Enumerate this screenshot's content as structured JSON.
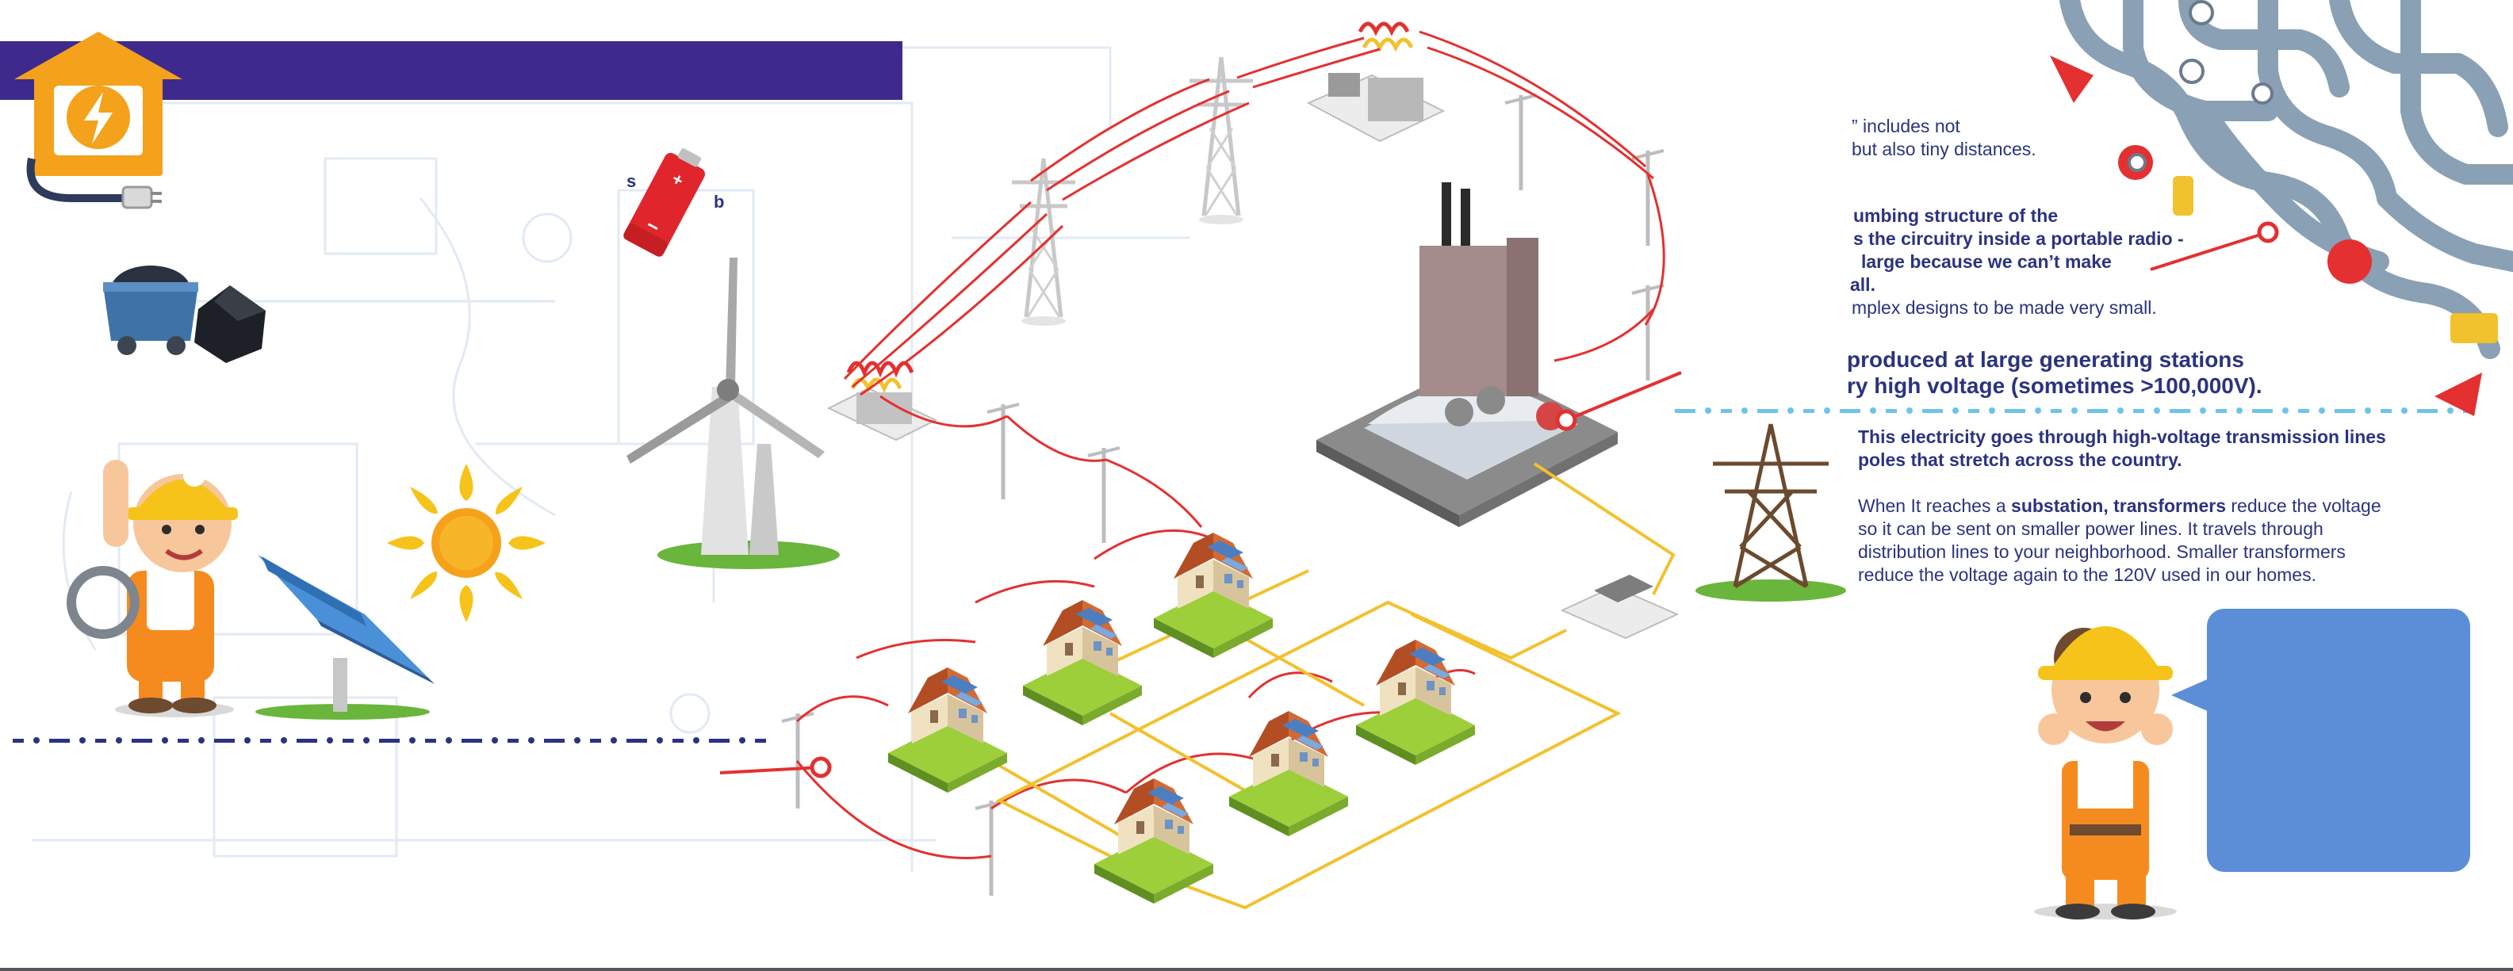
{
  "battery": {
    "left_label": "s",
    "right_label": "b"
  },
  "intro": {
    "line1": "” includes not",
    "line2": "but also tiny distances."
  },
  "plumbing": {
    "line1": "umbing structure of the",
    "line2": "s the circuitry inside a portable radio -",
    "line3": "large because we can’t make",
    "line4": "all.",
    "line5": "mplex designs to be made very small."
  },
  "generation": {
    "line1": "produced at large generating stations",
    "line2": "ry high voltage (sometimes >100,000V)."
  },
  "transmission": {
    "line1": "This electricity goes through high-voltage transmission lines",
    "line2": "poles that stretch across the country."
  },
  "substation": {
    "line1_pre": "When It reaches a ",
    "line1_bold": "substation, transformers",
    "line1_post": " reduce the voltage",
    "line2": "so it can be sent on smaller power lines. It travels through",
    "line3": "distribution lines to your neighborhood. Smaller transformers",
    "line4": "reduce the voltage again to the 120V used in our homes."
  },
  "colors": {
    "banner": "#3d2a8c",
    "text": "#2b3380",
    "power_line": "#e43030",
    "distribution_line": "#f2c12e",
    "grass": "#6ab53c",
    "house_roof": "#c0572b",
    "speech_bubble": "#5b8ed6",
    "accent_dots_left": "#2b3380",
    "accent_dots_right": "#6ec3e8"
  }
}
